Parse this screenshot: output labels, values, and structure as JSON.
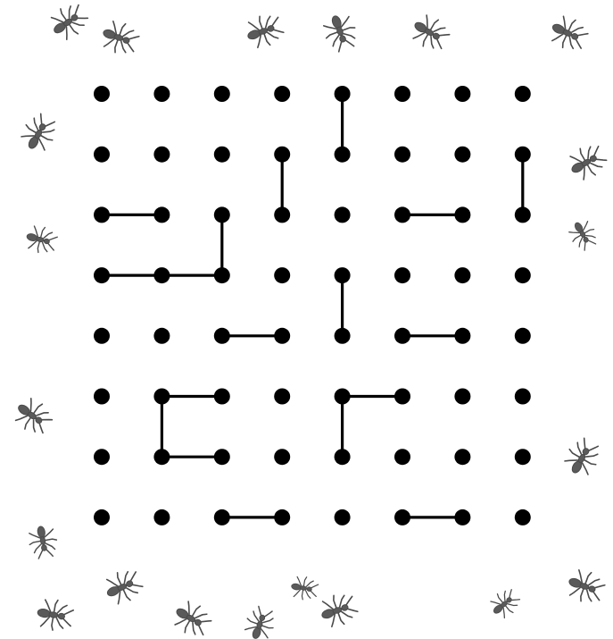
{
  "board": {
    "type": "dots-and-boxes",
    "rows": 8,
    "cols": 8,
    "dot_color": "#000000",
    "line_color": "#000000",
    "edges": [
      [
        [
          0,
          4
        ],
        [
          1,
          4
        ]
      ],
      [
        [
          1,
          3
        ],
        [
          2,
          3
        ]
      ],
      [
        [
          1,
          7
        ],
        [
          2,
          7
        ]
      ],
      [
        [
          2,
          0
        ],
        [
          2,
          1
        ]
      ],
      [
        [
          2,
          5
        ],
        [
          2,
          6
        ]
      ],
      [
        [
          2,
          2
        ],
        [
          3,
          2
        ]
      ],
      [
        [
          3,
          0
        ],
        [
          3,
          1
        ]
      ],
      [
        [
          3,
          1
        ],
        [
          3,
          2
        ]
      ],
      [
        [
          3,
          4
        ],
        [
          4,
          4
        ]
      ],
      [
        [
          4,
          2
        ],
        [
          4,
          3
        ]
      ],
      [
        [
          4,
          5
        ],
        [
          4,
          6
        ]
      ],
      [
        [
          5,
          1
        ],
        [
          5,
          2
        ]
      ],
      [
        [
          5,
          1
        ],
        [
          6,
          1
        ]
      ],
      [
        [
          6,
          1
        ],
        [
          6,
          2
        ]
      ],
      [
        [
          5,
          4
        ],
        [
          5,
          5
        ]
      ],
      [
        [
          5,
          4
        ],
        [
          6,
          4
        ]
      ],
      [
        [
          7,
          2
        ],
        [
          7,
          3
        ]
      ],
      [
        [
          7,
          5
        ],
        [
          7,
          6
        ]
      ]
    ]
  },
  "decorations": {
    "border_icon": "ant-icon",
    "ant_color": "#555555"
  }
}
